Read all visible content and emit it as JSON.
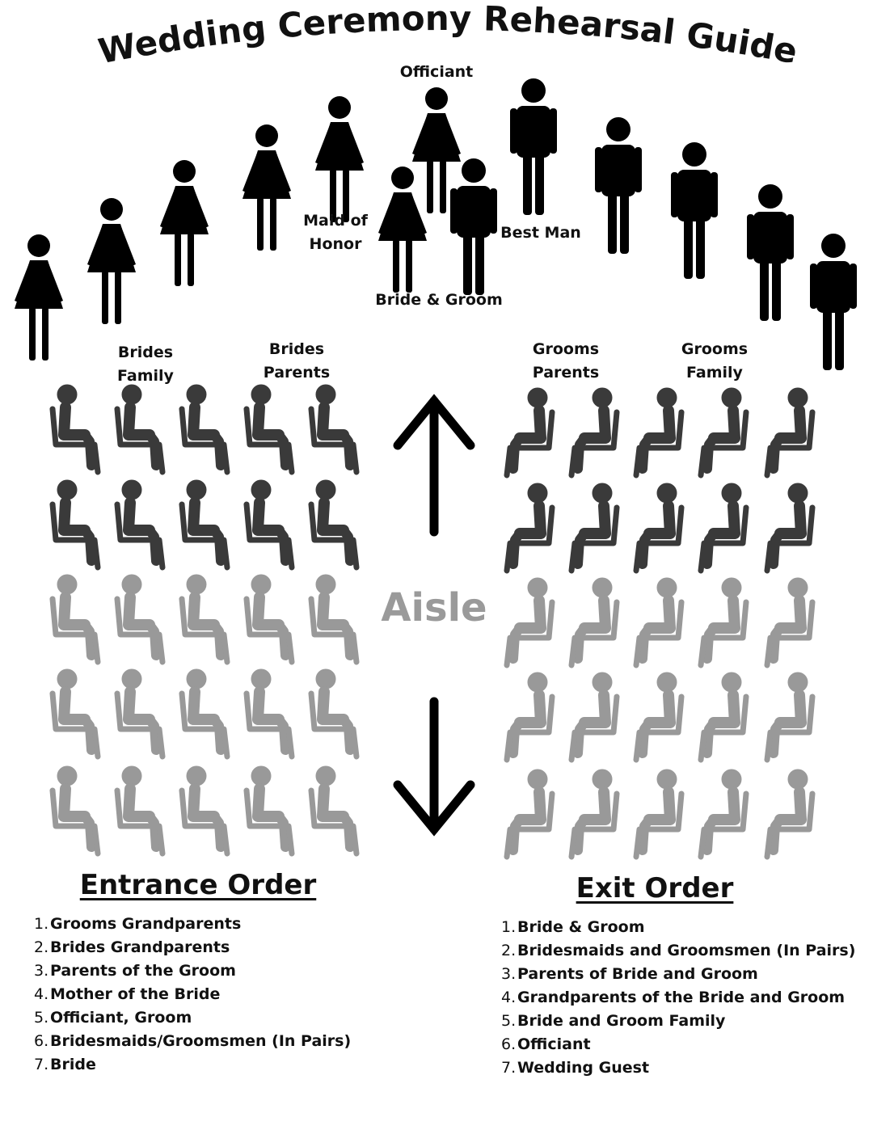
{
  "title": "Wedding Ceremony Rehearsal Guide",
  "labels": {
    "officiant": "Officiant",
    "maid_of_honor_line1": "Maid of",
    "maid_of_honor_line2": "Honor",
    "best_man": "Best Man",
    "bride_groom": "Bride & Groom",
    "brides_family_line1": "Brides",
    "brides_family_line2": "Family",
    "brides_parents_line1": "Brides",
    "brides_parents_line2": "Parents",
    "grooms_parents_line1": "Grooms",
    "grooms_parents_line2": "Parents",
    "grooms_family_line1": "Grooms",
    "grooms_family_line2": "Family",
    "aisle": "Aisle"
  },
  "colors": {
    "figure": "#000000",
    "seat_dark": "#3a3a3a",
    "seat_light": "#999999",
    "aisle_text": "#9a9a9a"
  },
  "seating": {
    "rows": 5,
    "seats_per_side": 5,
    "family_rows": 2,
    "guest_rows": 3
  },
  "entrance": {
    "heading": "Entrance Order",
    "items": [
      "Grooms Grandparents",
      "Brides Grandparents",
      "Parents of the Groom",
      "Mother of the Bride",
      "Officiant, Groom",
      "Bridesmaids/Groomsmen (In Pairs)",
      "Bride"
    ]
  },
  "exit": {
    "heading": "Exit Order",
    "items": [
      "Bride & Groom",
      "Bridesmaids and Groomsmen (In Pairs)",
      "Parents of Bride and Groom",
      "Grandparents of the Bride and Groom",
      "Bride and Groom Family",
      "Officiant",
      "Wedding Guest"
    ]
  }
}
